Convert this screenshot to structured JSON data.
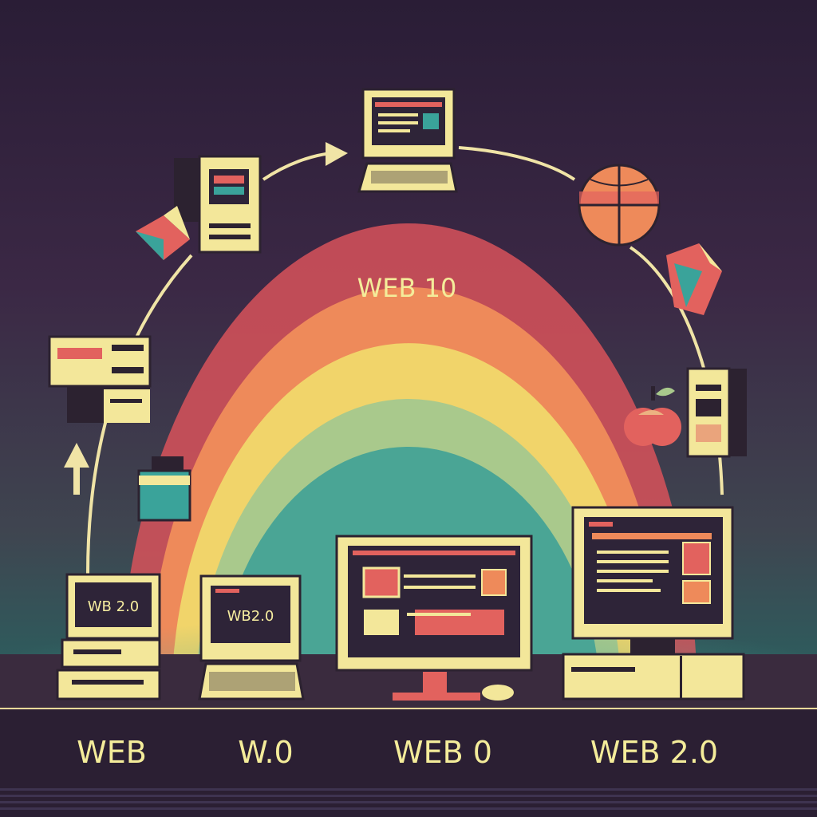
{
  "arc_label": "WEB 10",
  "screen_texts": [
    "WB 2.0",
    "WB2.0"
  ],
  "era_labels": [
    "WEB",
    "W.0",
    "WEB 0",
    "WEB 2.0"
  ],
  "colors": {
    "device_cream": "#f3e79a",
    "device_dark": "#2c2230",
    "screen_dark": "#2e2438",
    "accent_red": "#e2625e",
    "accent_teal": "#3aa39a",
    "arc_red": "#d8525a",
    "arc_orange": "#ee8a5a",
    "arc_yellow": "#f1d46a",
    "arc_green": "#a9c98c",
    "arc_teal": "#4aa595"
  },
  "icons": [
    "crt-monitor-icon",
    "desktop-tower-icon",
    "globe-icon",
    "paper-plane-icon",
    "apple-icon",
    "server-icon",
    "printer-icon",
    "arrow-up-icon",
    "arrow-right-icon"
  ]
}
